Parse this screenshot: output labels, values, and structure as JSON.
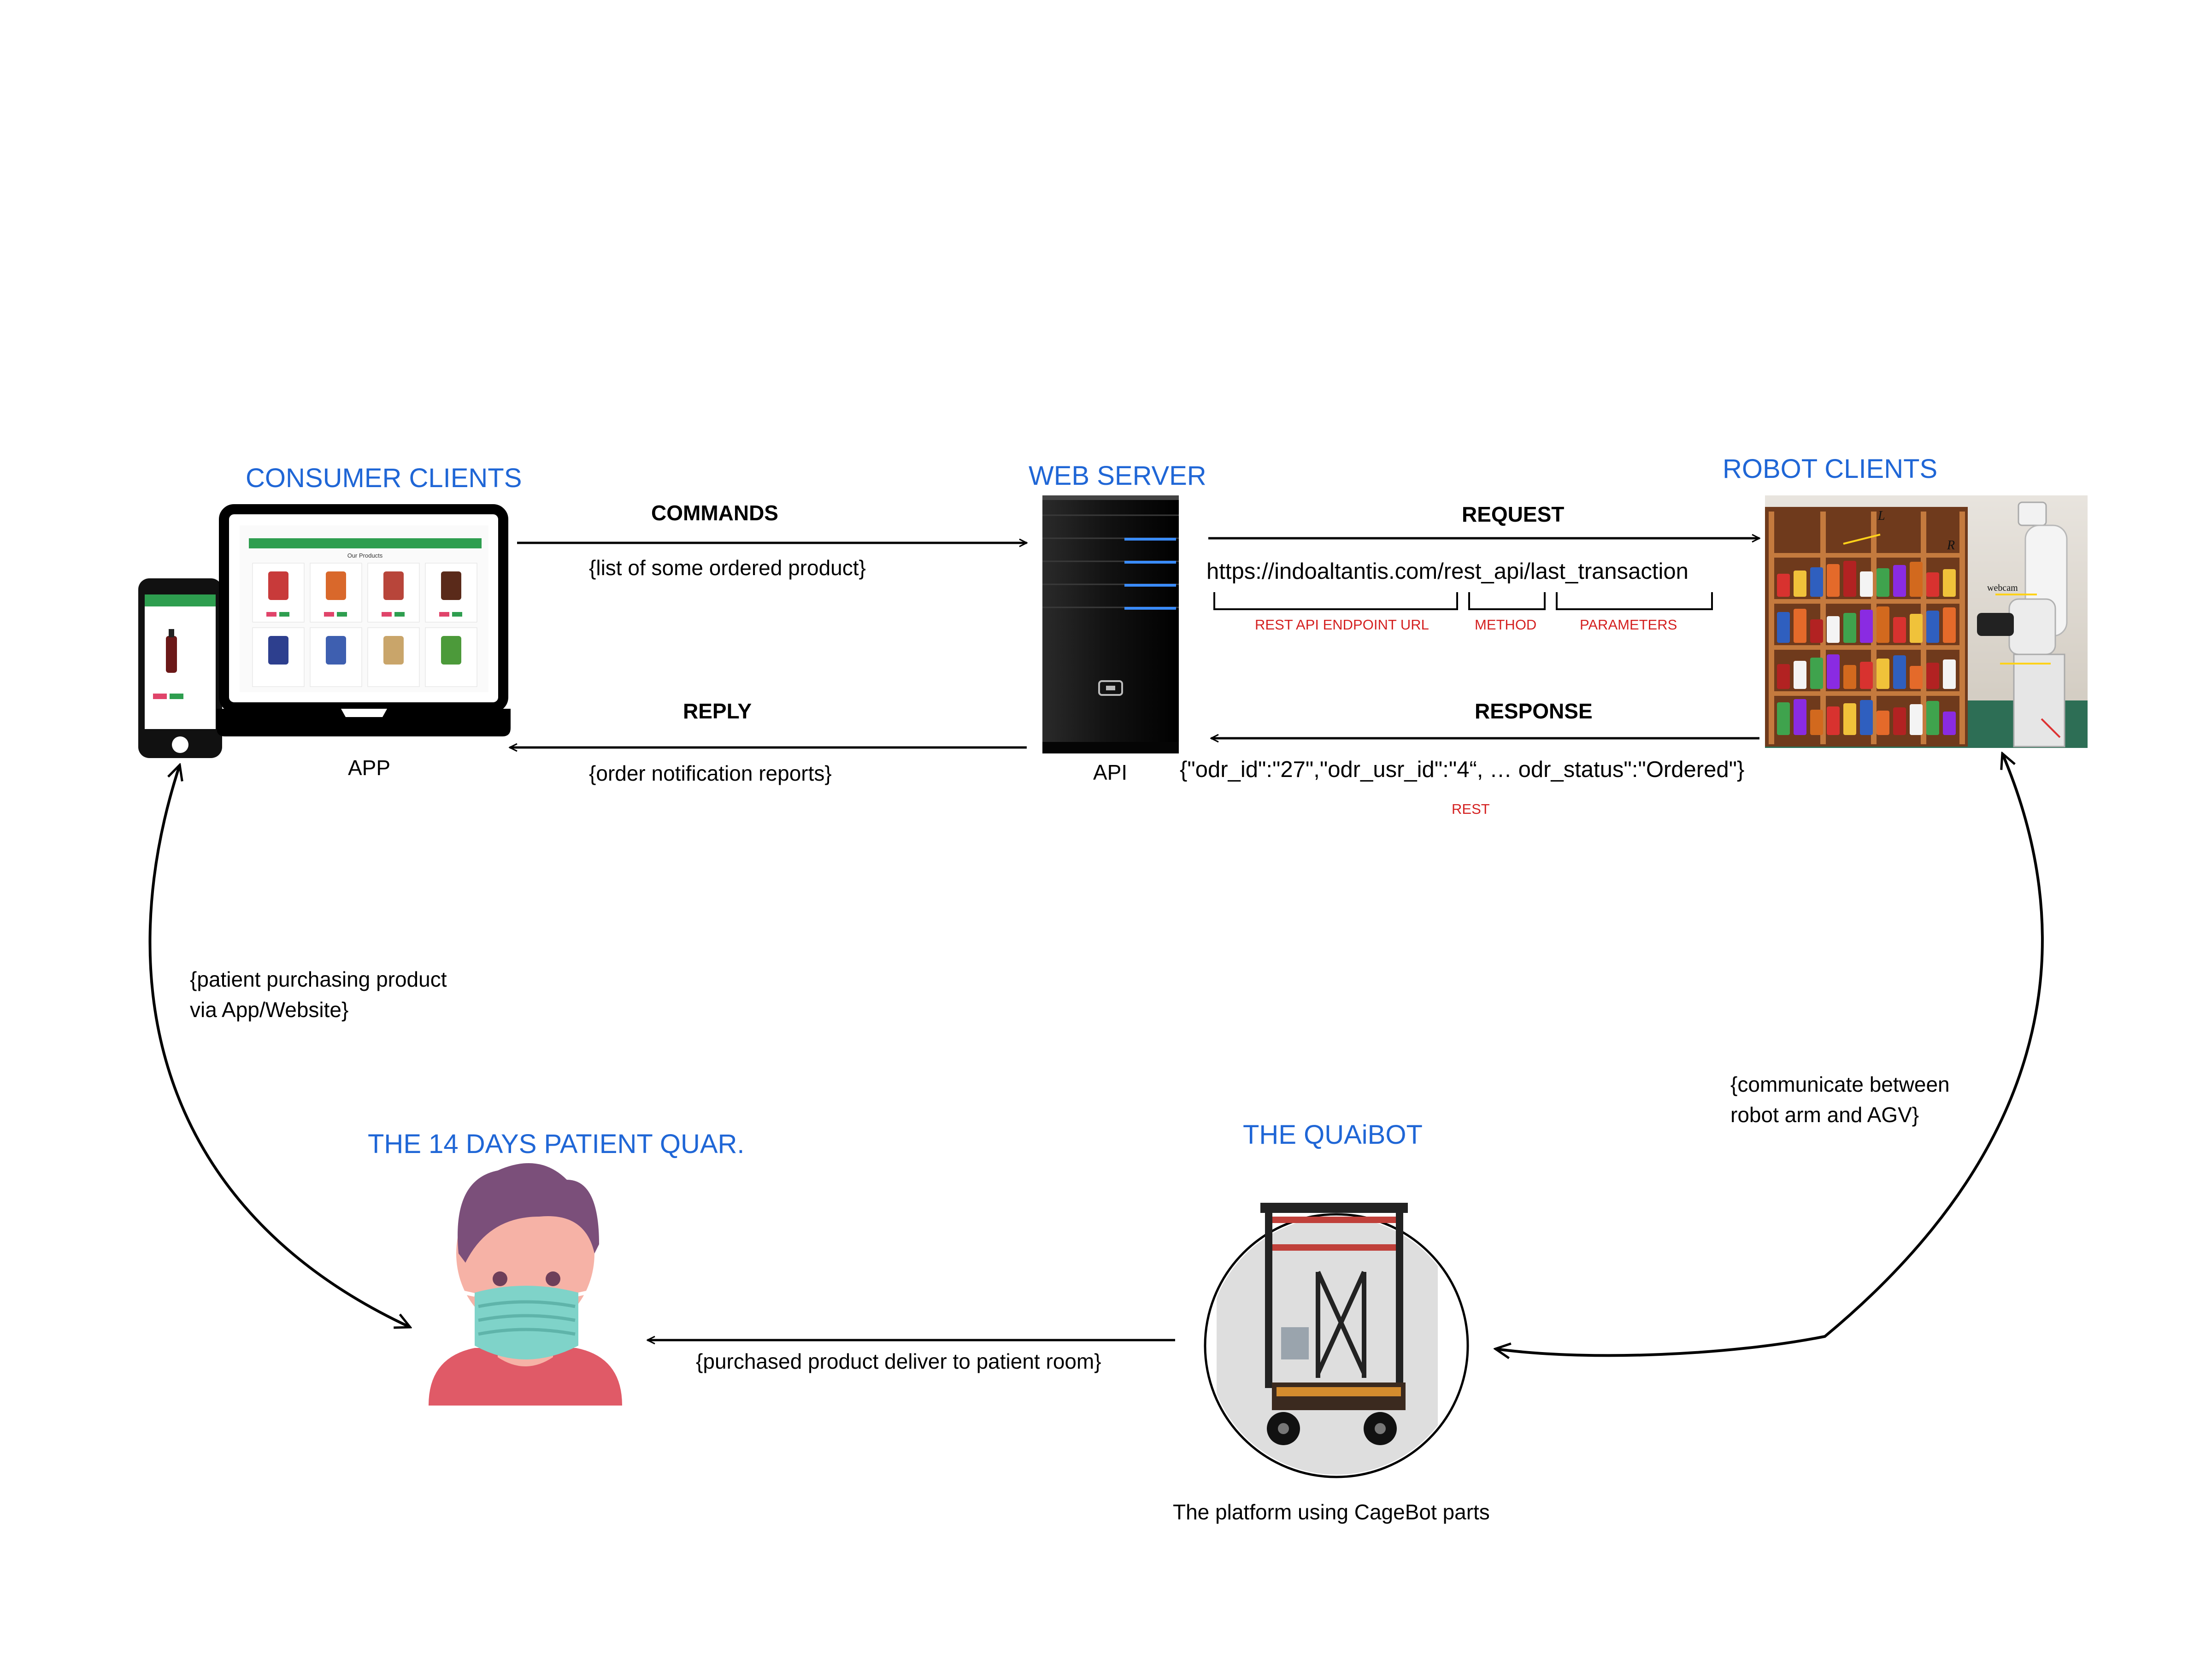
{
  "nodes": {
    "consumer": {
      "title": "CONSUMER CLIENTS",
      "label": "APP"
    },
    "server": {
      "title": "WEB SERVER",
      "label": "API"
    },
    "robot": {
      "title": "ROBOT CLIENTS"
    },
    "patient": {
      "title": "THE 14 DAYS PATIENT QUAR."
    },
    "quaibot": {
      "title": "THE QUAiBOT",
      "label": "The platform using CageBot parts"
    }
  },
  "app_screen": {
    "header": "Our Products"
  },
  "edges": {
    "commands": {
      "label": "COMMANDS",
      "payload": "{list of some ordered product}"
    },
    "reply": {
      "label": "REPLY",
      "payload": "{order notification reports}"
    },
    "request": {
      "label": "REQUEST",
      "payload": "https://indoaltantis.com/rest_api/last_transaction"
    },
    "response": {
      "label": "RESPONSE",
      "payload": "{\"odr_id\":\"27\",\"odr_usr_id\":\"4“,  …  odr_status\":\"Ordered\"}"
    },
    "patient_app": {
      "payload": "{patient purchasing product\nvia App/Website}"
    },
    "robot_agv": {
      "payload": "{communicate between\nrobot arm and AGV}"
    },
    "deliver": {
      "payload": "{purchased product deliver to patient room}"
    }
  },
  "url_parts": {
    "endpoint": "REST API ENDPOINT URL",
    "method": "METHOD",
    "parameters": "PARAMETERS"
  },
  "response_tag": "REST",
  "robot_photo_labels": {
    "left": "L",
    "right": "R",
    "webcam": "webcam"
  },
  "colors": {
    "title_blue": "#1f66d6",
    "annotation_red": "#d42020",
    "app_green": "#2e9e4f",
    "mask_teal": "#7fd3c9",
    "hair": "#7b4f7a",
    "shirt": "#e05a67"
  }
}
